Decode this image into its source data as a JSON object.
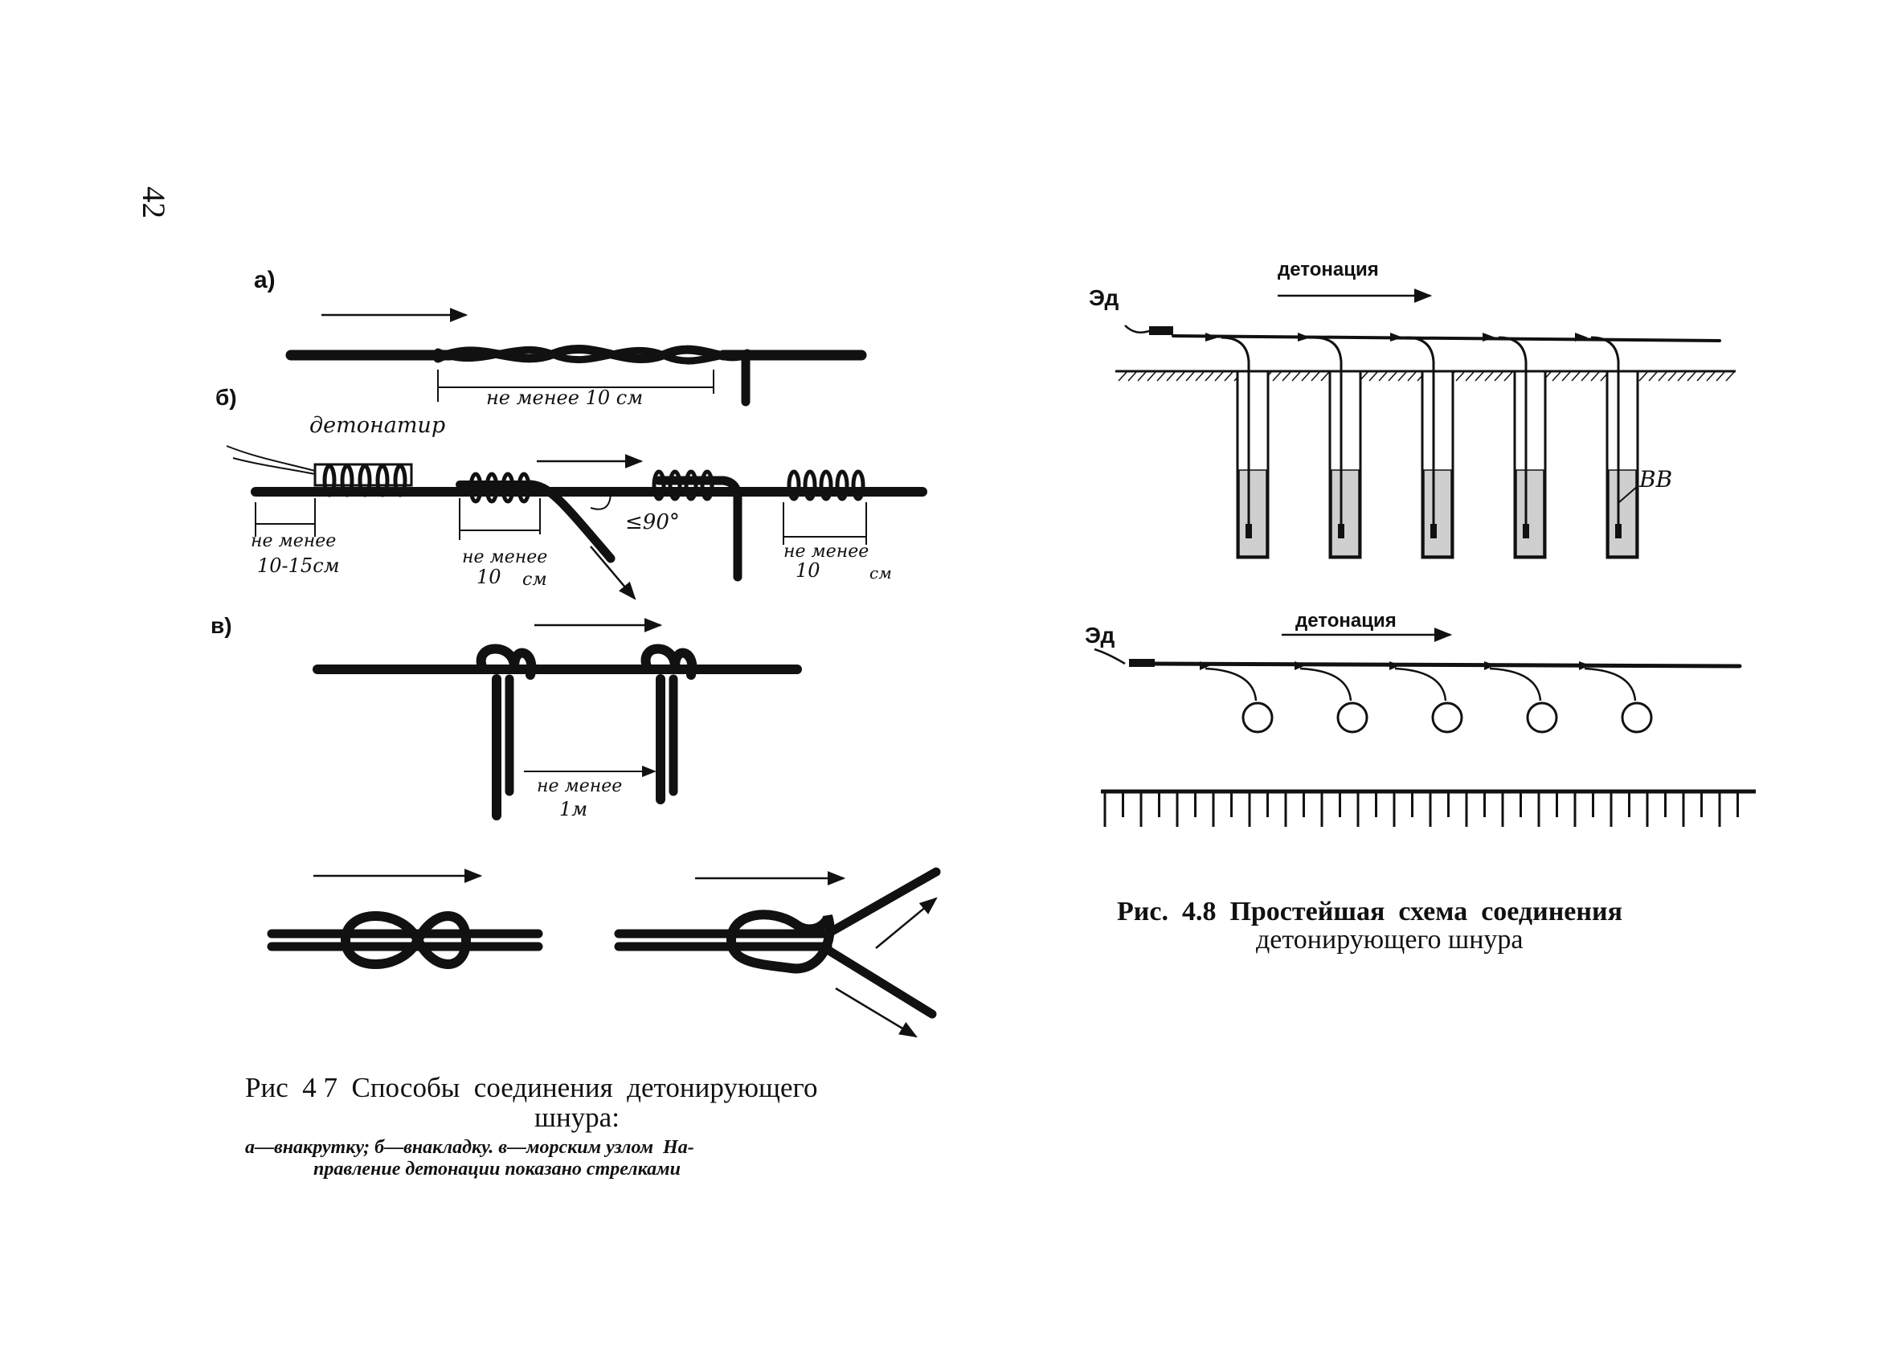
{
  "page_number": "42",
  "fig47": {
    "panel_a": {
      "letter": "а)",
      "dim_label": "не менее 10 см"
    },
    "panel_b": {
      "letter": "б)",
      "detonator_label": "детонатир",
      "dim1_line1": "не менее",
      "dim1_line2": "10-15см",
      "dim2_line1": "не менее",
      "dim2_line2": "10",
      "dim2_line3": "см",
      "angle_label": "≤90°",
      "dim3_line1": "не менее",
      "dim3_line2": "10",
      "dim3_line3": "см"
    },
    "panel_v": {
      "letter": "в)",
      "dim_line1": "не менее",
      "dim_line2": "1м"
    },
    "caption_title_line1": "Рис  4 7  Способы  соединения  детонирующего",
    "caption_title_line2": "шнура:",
    "caption_body_line1": "а—внакрутку; б—внакладку. в—морским узлом  На-",
    "caption_body_line2": "правление детонации показано стрелками"
  },
  "fig48": {
    "top": {
      "source_label": "Эд",
      "direction_label": "детонация",
      "charge_label": "ВВ",
      "borehole_count": 5
    },
    "bottom": {
      "source_label": "Эд",
      "direction_label": "детонация",
      "charge_count": 5
    },
    "caption_line1": "Рис.  4.8  Простейшая  схема  соединения",
    "caption_line2": "детонирующего шнура"
  },
  "icons": {
    "arrow": "arrow-right-icon",
    "ground": "ground-hatch-icon",
    "scale": "scale-ruler-icon"
  }
}
